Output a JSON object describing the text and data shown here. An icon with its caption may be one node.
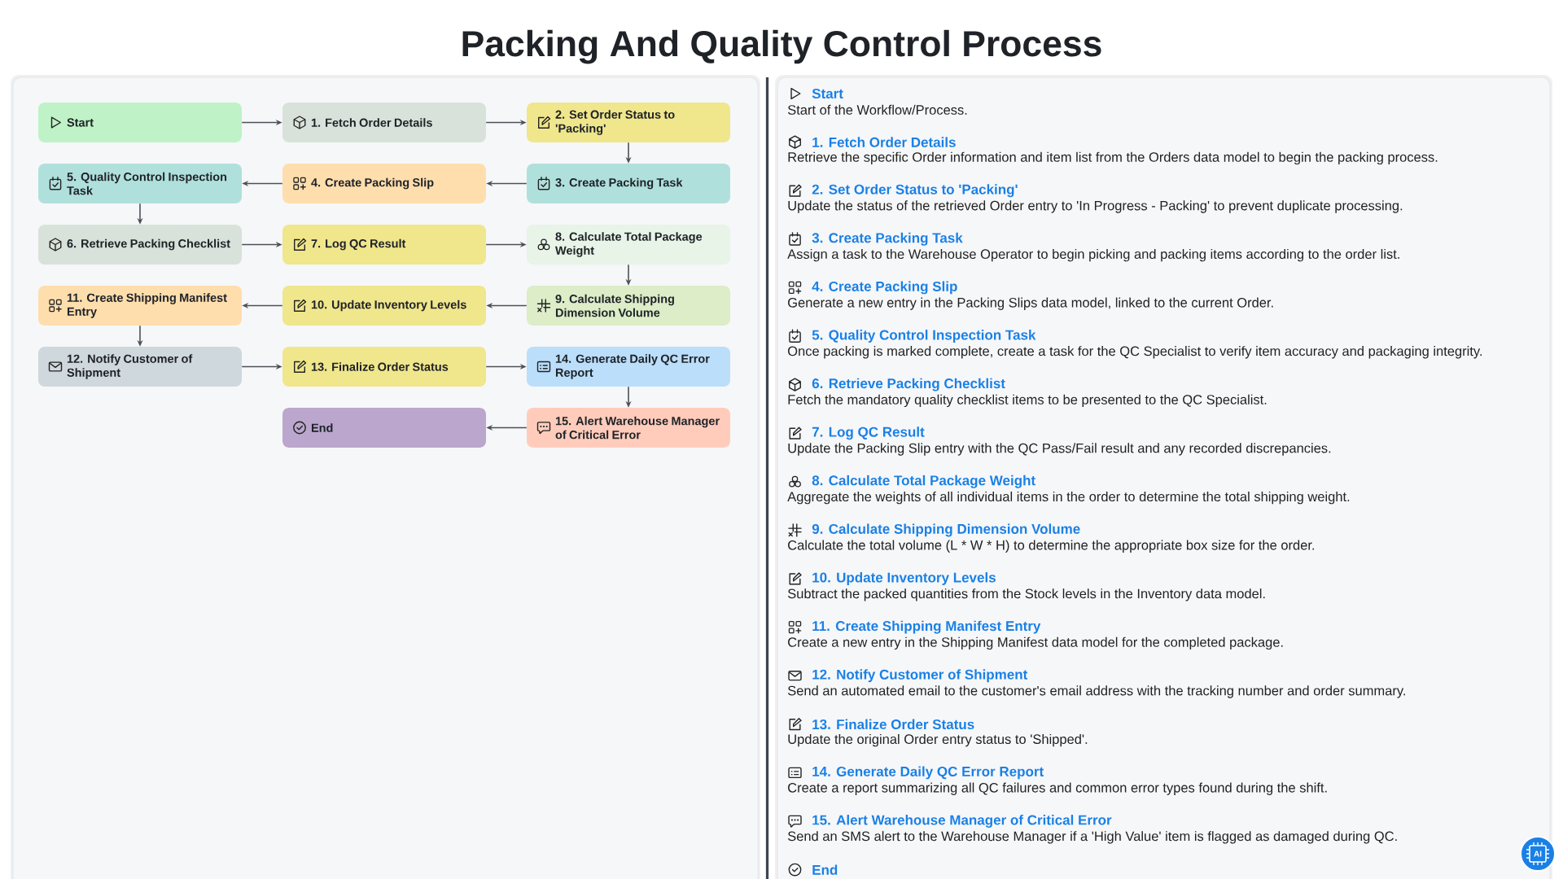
{
  "diagram": {
    "title": "Packing And Quality Control Process",
    "nodes": [
      {
        "text": [
          "Start"
        ]
      },
      {
        "text": [
          "1. Fetch Order Details"
        ]
      },
      {
        "text": [
          "2. Set Order Status to 'Packing'"
        ]
      },
      {
        "text": [
          "3. Create Packing Task"
        ]
      },
      {
        "text": [
          "4. Create Packing Slip"
        ]
      },
      {
        "text": [
          "5. Quality Control Inspection Task"
        ]
      },
      {
        "text": [
          "6. Retrieve Packing Checklist"
        ]
      },
      {
        "text": [
          "7. Log QC Result"
        ]
      },
      {
        "text": [
          "8. Calculate Total Package Weight"
        ]
      },
      {
        "text": [
          "9. Calculate Shipping Dimension Volume"
        ]
      },
      {
        "text": [
          "10. Update Inventory Levels"
        ]
      },
      {
        "text": [
          "11. Create Shipping Manifest Entry"
        ]
      },
      {
        "text": [
          "12. Notify Customer of Shipment"
        ]
      },
      {
        "text": [
          "13. Finalize Order Status"
        ]
      },
      {
        "text": [
          "14. Generate Daily QC Error Report"
        ]
      },
      {
        "text": [
          "15. Alert Warehouse Manager of Critical Error"
        ]
      },
      {
        "text": [
          "End"
        ]
      }
    ],
    "edges": [
      {
        "from": 0,
        "to": 1,
        "arrow": "to"
      },
      {
        "from": 1,
        "to": 2,
        "arrow": "to"
      },
      {
        "from": 2,
        "to": 3,
        "arrow": "to"
      },
      {
        "from": 3,
        "to": 4,
        "arrow": "to"
      },
      {
        "from": 4,
        "to": 5,
        "arrow": "to"
      },
      {
        "from": 5,
        "to": 6,
        "arrow": "to"
      },
      {
        "from": 6,
        "to": 7,
        "arrow": "to"
      },
      {
        "from": 7,
        "to": 8,
        "arrow": "to"
      },
      {
        "from": 8,
        "to": 9,
        "arrow": "to"
      },
      {
        "from": 9,
        "to": 10,
        "arrow": "to"
      },
      {
        "from": 10,
        "to": 11,
        "arrow": "to"
      },
      {
        "from": 11,
        "to": 12,
        "arrow": "to"
      },
      {
        "from": 12,
        "to": 13,
        "arrow": "to"
      },
      {
        "from": 13,
        "to": 14,
        "arrow": "to"
      },
      {
        "from": 14,
        "to": 15,
        "arrow": "to"
      },
      {
        "from": 15,
        "to": 16,
        "arrow": "to"
      }
    ],
    "labels": [
      "Start",
      "Start of the Workflow/Process.",
      "1. Fetch Order Details",
      "Retrieve the specific Order information and item list from the Orders data model to begin the packing process.",
      "2. Set Order Status to 'Packing'",
      "Update the status of the retrieved Order entry to 'In Progress - Packing' to prevent duplicate processing.",
      "3. Create Packing Task",
      "Assign a task to the Warehouse Operator to begin picking and packing items according to the order list.",
      "4. Create Packing Slip",
      "Generate a new entry in the Packing Slips data model, linked to the current Order.",
      "5. Quality Control Inspection Task",
      "Once packing is marked complete, create a task for the QC Specialist to verify item accuracy and packaging integrity.",
      "6. Retrieve Packing Checklist",
      "Fetch the mandatory quality checklist items to be presented to the QC Specialist.",
      "7. Log QC Result",
      "Update the Packing Slip entry with the QC Pass/Fail result and any recorded discrepancies.",
      "8. Calculate Total Package Weight",
      "Aggregate the weights of all individual items in the order to determine the total shipping weight.",
      "9. Calculate Shipping Dimension Volume",
      "Calculate the total volume (L * W * H) to determine the appropriate box size for the order.",
      "10. Update Inventory Levels",
      "Subtract the packed quantities from the Stock levels in the Inventory data model.",
      "11. Create Shipping Manifest Entry",
      "Create a new entry in the Shipping Manifest data model for the completed package.",
      "12. Notify Customer of Shipment",
      "Send an automated email to the customer's email address with the tracking number and order summary.",
      "13. Finalize Order Status",
      "Update the original Order entry status to 'Shipped'.",
      "14. Generate Daily QC Error Report",
      "Create a report summarizing all QC failures and common error types found during the shift.",
      "15. Alert Warehouse Manager of Critical Error",
      "Send an SMS alert to the Warehouse Manager if a 'High Value' item is flagged as damaged during QC.",
      "End",
      "AI"
    ]
  }
}
